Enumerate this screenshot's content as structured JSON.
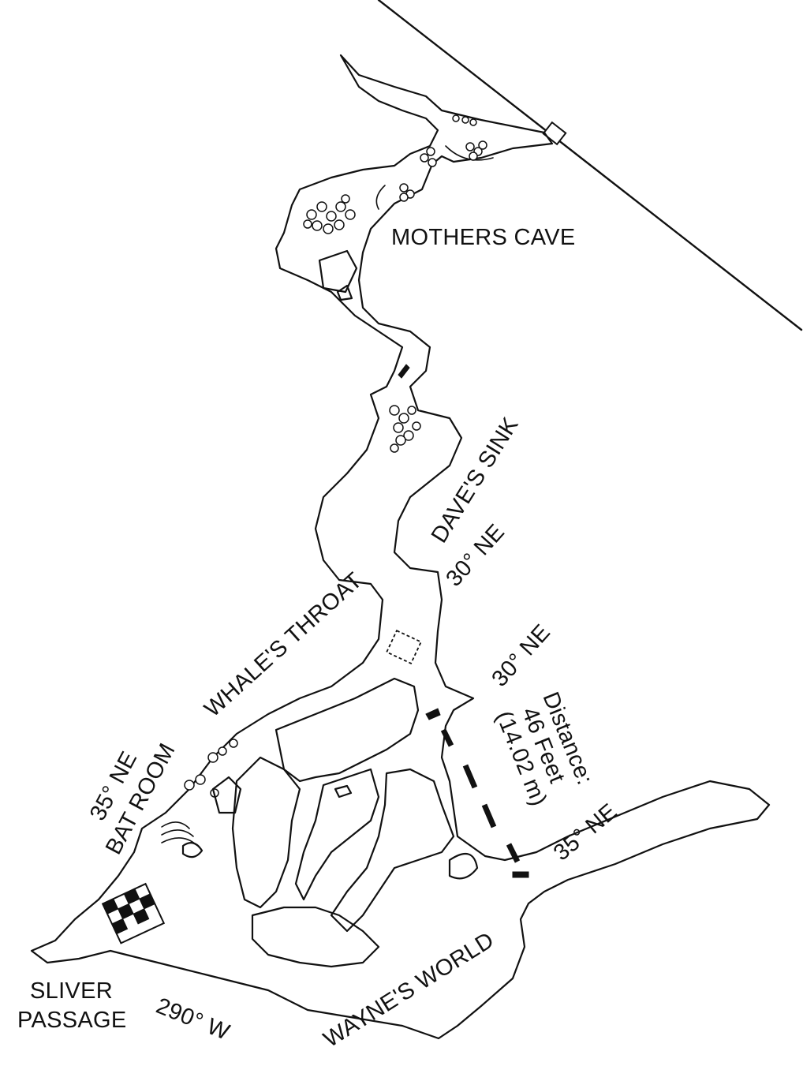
{
  "map": {
    "labels": {
      "mothers_cave": "MOTHERS CAVE",
      "daves_sink": "DAVE'S SINK",
      "bearing_1": "30° NE",
      "whales_throat": "WHALE'S THROAT",
      "bearing_2": "30° NE",
      "distance_line1": "Distance:",
      "distance_line2": "46 Feet",
      "distance_line3": "(14.02 m)",
      "bearing_3": "35° NE",
      "bat_room_bearing": "35° NE",
      "bat_room": "BAT ROOM",
      "sliver_line1": "SLIVER",
      "sliver_line2": "PASSAGE",
      "bearing_4": "290° W",
      "waynes_world": "WAYNE'S WORLD"
    },
    "colors": {
      "ink": "#111111",
      "paper": "#ffffff"
    }
  }
}
